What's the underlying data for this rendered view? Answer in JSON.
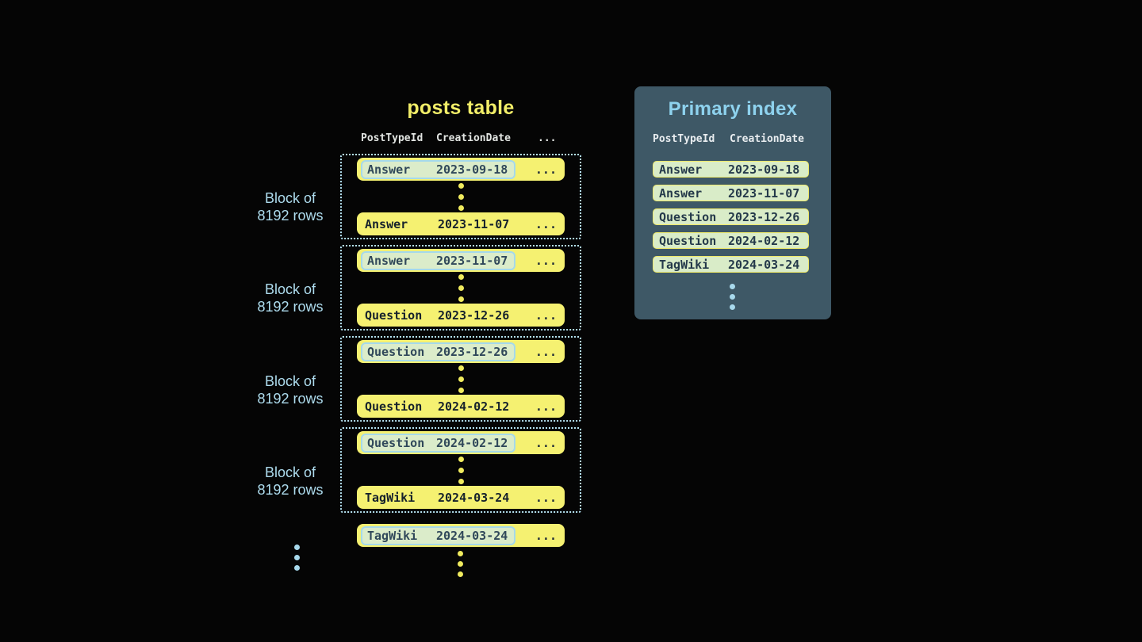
{
  "colors": {
    "background": "#050505",
    "accent_yellow": "#f2ee68",
    "row_yellow": "#f5f171",
    "light_blue_text": "#aedcee",
    "panel_title_blue": "#8ed2ee",
    "panel_background": "#3e5866",
    "highlight_green": "#dbecca",
    "highlight_border_blue": "#a5d9eb",
    "index_row_border_yellow": "#eee96a",
    "dotted_block_border": "#b5e2f1",
    "dark_text": "#16222c"
  },
  "posts_table": {
    "title": "posts table",
    "columns": [
      "PostTypeId",
      "CreationDate",
      "..."
    ],
    "blocks": [
      {
        "label": [
          "Block of",
          "8192 rows"
        ],
        "first_row": {
          "post_type": "Answer",
          "creation_date": "2023-09-18",
          "more": "..."
        },
        "last_row": {
          "post_type": "Answer",
          "creation_date": "2023-11-07",
          "more": "..."
        }
      },
      {
        "label": [
          "Block of",
          "8192 rows"
        ],
        "first_row": {
          "post_type": "Answer",
          "creation_date": "2023-11-07",
          "more": "..."
        },
        "last_row": {
          "post_type": "Question",
          "creation_date": "2023-12-26",
          "more": "..."
        }
      },
      {
        "label": [
          "Block of",
          "8192 rows"
        ],
        "first_row": {
          "post_type": "Question",
          "creation_date": "2023-12-26",
          "more": "..."
        },
        "last_row": {
          "post_type": "Question",
          "creation_date": "2024-02-12",
          "more": "..."
        }
      },
      {
        "label": [
          "Block of",
          "8192 rows"
        ],
        "first_row": {
          "post_type": "Question",
          "creation_date": "2024-02-12",
          "more": "..."
        },
        "last_row": {
          "post_type": "TagWiki",
          "creation_date": "2024-03-24",
          "more": "..."
        }
      }
    ],
    "overflow_row": {
      "post_type": "TagWiki",
      "creation_date": "2024-03-24",
      "more": "..."
    }
  },
  "primary_index": {
    "title": "Primary index",
    "columns": [
      "PostTypeId",
      "CreationDate"
    ],
    "rows": [
      {
        "post_type": "Answer",
        "creation_date": "2023-09-18"
      },
      {
        "post_type": "Answer",
        "creation_date": "2023-11-07"
      },
      {
        "post_type": "Question",
        "creation_date": "2023-12-26"
      },
      {
        "post_type": "Question",
        "creation_date": "2024-02-12"
      },
      {
        "post_type": "TagWiki",
        "creation_date": "2024-03-24"
      }
    ]
  }
}
